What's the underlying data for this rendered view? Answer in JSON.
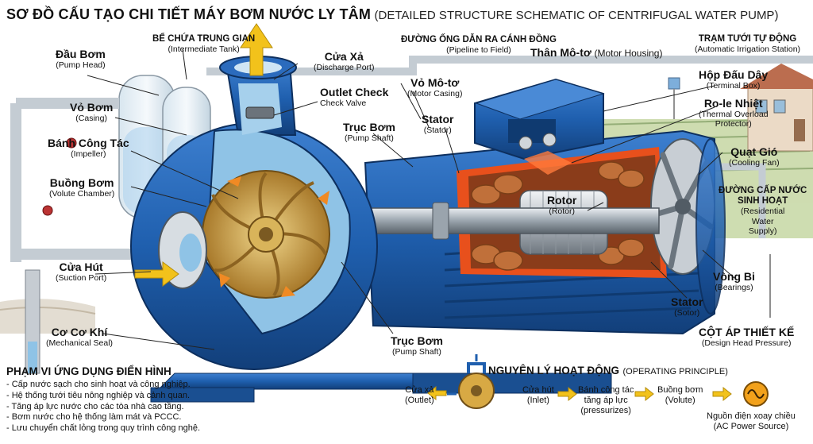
{
  "title": {
    "vi": "SƠ ĐỒ CẤU TẠO CHI TIẾT MÁY BƠM NƯỚC LY TÂM",
    "en": "(DETAILED STRUCTURE SCHEMATIC OF CENTRIFUGAL WATER PUMP)"
  },
  "labels": {
    "pump_head": {
      "vi": "Đầu Bơm",
      "en": "(Pump Head)"
    },
    "tank": {
      "vi": "BỂ CHỨA TRUNG GIAN",
      "en": "(Intermediate Tank)"
    },
    "discharge": {
      "vi": "Cửa Xả",
      "en": "(Discharge Port)"
    },
    "check_valve": {
      "vi": "Outlet Check",
      "en": "Check Valve"
    },
    "casing": {
      "vi": "Vỏ Bơm",
      "en": "(Casing)"
    },
    "impeller": {
      "vi": "Bánh Công Tác",
      "en": "(Impeller)"
    },
    "volute": {
      "vi": "Buồng Bơm",
      "en": "(Volute Chamber)"
    },
    "suction": {
      "vi": "Cửa Hút",
      "en": "(Suction Port)"
    },
    "seal": {
      "vi": "Cơ Cơ Khí",
      "en": "(Mechanical Seal)"
    },
    "pipeline": {
      "vi": "ĐƯỜNG ỐNG DẪN RA CÁNH ĐỒNG",
      "en": "(Pipeline to Field)"
    },
    "motor_casing": {
      "vi": "Vỏ Mô-tơ",
      "en": "(Motor Casing)"
    },
    "shaft_top": {
      "vi": "Trục Bơm",
      "en": "(Pump Shaft)"
    },
    "stator_top": {
      "vi": "Stator",
      "en": "(Stator)"
    },
    "motor_housing": {
      "vi": "Thân Mô-tơ",
      "en": "(Motor Housing)"
    },
    "irrigation": {
      "vi": "TRẠM TƯỚI TỰ ĐỘNG",
      "en": "(Automatic Irrigation Station)"
    },
    "terminal": {
      "vi": "Hộp Đấu Dây",
      "en": "(Terminal Box)"
    },
    "relay": {
      "vi": "Ro-le Nhiệt",
      "en1": "(Thermal Overload",
      "en2": "Protector)"
    },
    "fan": {
      "vi": "Quạt Gió",
      "en": "(Cooling Fan)"
    },
    "residential": {
      "vi1": "ĐƯỜNG CẤP NƯỚC",
      "vi2": "SINH HOẠT",
      "en1": "(Residential",
      "en2": "Water",
      "en3": "Supply)"
    },
    "rotor": {
      "vi": "Rotor",
      "en": "(Rotor)"
    },
    "bearings": {
      "vi": "Vòng Bi",
      "en": "(Bearings)"
    },
    "stator_bottom": {
      "vi": "Stator",
      "en": "(Sotor)"
    },
    "shaft_bottom": {
      "vi": "Trục Bơm",
      "en": "(Pump Shaft)"
    },
    "design_head": {
      "vi": "CỘT ÁP THIẾT KẾ",
      "en": "(Design Head Pressure)"
    }
  },
  "applications": {
    "heading": "PHẠM VI ỨNG DỤNG ĐIỂN HÌNH",
    "items": [
      "Cấp nước sạch cho sinh hoạt và công nghiệp.",
      "Hệ thống tưới tiêu nông nghiệp và cảnh quan.",
      "Tăng áp lực nước cho các tòa nhà cao tầng.",
      "Bơm nước cho hệ thống làm mát và PCCC.",
      "Lưu chuyển chất lỏng trong quy trình công nghệ."
    ]
  },
  "principle": {
    "vi": "NGUYÊN LÝ HOẠT ĐỘNG",
    "en": "(OPERATING PRINCIPLE)",
    "outlet": {
      "vi": "Cửa xả",
      "en": "(Outlet)"
    },
    "inlet": {
      "vi": "Cửa hút",
      "en": "(Inlet)"
    },
    "impeller": {
      "vi1": "Bánh công tác",
      "vi2": "tăng áp lực",
      "en": "(pressurizes)"
    },
    "volute": {
      "vi": "Buồng bơm",
      "en": "(Volute)"
    },
    "power": {
      "vi": "Nguồn điện xoay chiều",
      "en": "(AC Power Source)"
    }
  },
  "colors": {
    "pump_blue": "#1f5fae",
    "pump_blue_dark": "#123f7a",
    "impeller_gold": "#c8a24a",
    "copper": "#c0703a",
    "cut_orange": "#e8501c",
    "arrow_yellow": "#f2c21b",
    "water_blue": "#8fc3e6"
  }
}
